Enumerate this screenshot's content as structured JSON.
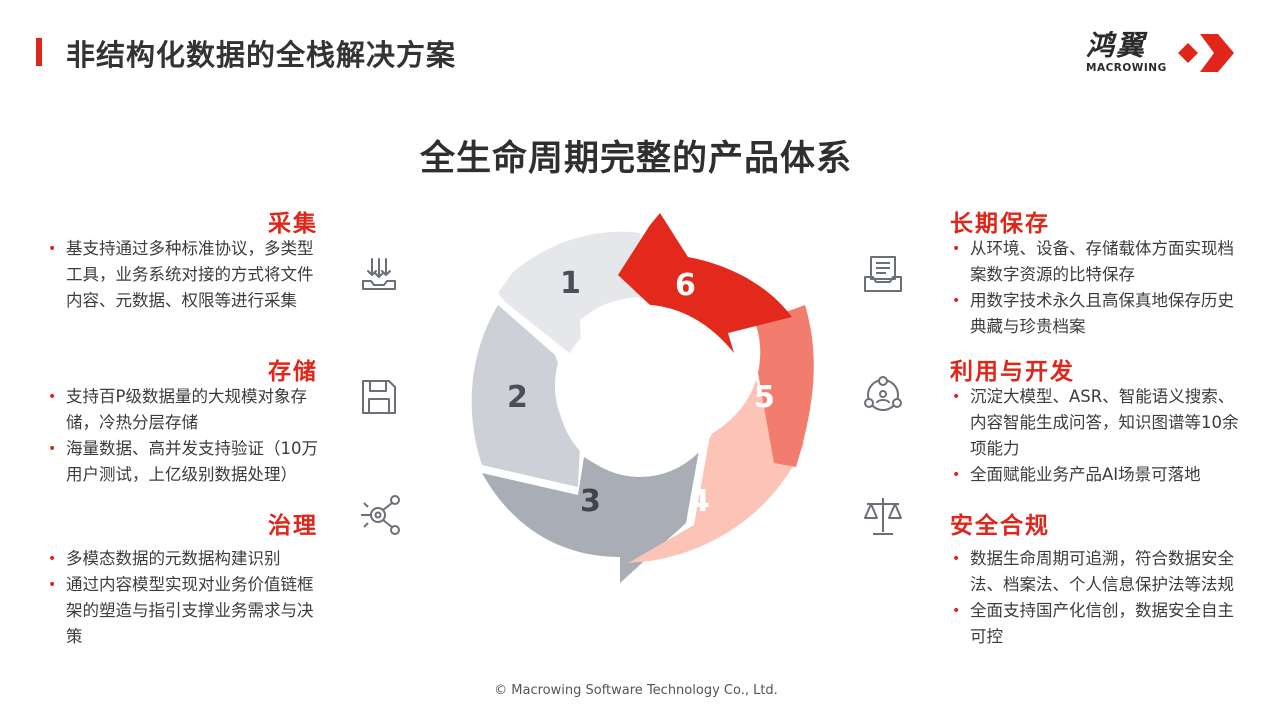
{
  "header": {
    "title": "非结构化数据的全栈解决方案"
  },
  "logo": {
    "cn": "鸿翼",
    "en": "MACROWING"
  },
  "main_title": "全生命周期完整的产品体系",
  "cycle": {
    "numbers": [
      "1",
      "2",
      "3",
      "4",
      "5",
      "6"
    ]
  },
  "sections": {
    "collect": {
      "title": "采集",
      "items": [
        "基支持通过多种标准协议，多类型工具，业务系统对接的方式将文件内容、元数据、权限等进行采集"
      ]
    },
    "storage": {
      "title": "存储",
      "items": [
        "支持百P级数据量的大规模对象存储，冷热分层存储",
        "海量数据、高并发支持验证（10万用户测试，上亿级别数据处理）"
      ]
    },
    "govern": {
      "title": "治理",
      "items": [
        "多模态数据的元数据构建识别",
        "通过内容模型实现对业务价值链框架的塑造与指引支撑业务需求与决策"
      ]
    },
    "preserve": {
      "title": "长期保存",
      "items": [
        "从环境、设备、存储载体方面实现档案数字资源的比特保存",
        "用数字技术永久且高保真地保存历史典藏与珍贵档案"
      ]
    },
    "utilize": {
      "title": "利用与开发",
      "items": [
        "沉淀大模型、ASR、智能语义搜索、内容智能生成问答，知识图谱等10余项能力",
        "全面赋能业务产品AI场景可落地"
      ]
    },
    "compliance": {
      "title": "安全合规",
      "items": [
        "数据生命周期可追溯，符合数据安全法、档案法、个人信息保护法等法规",
        "全面支持国产化信创，数据安全自主可控"
      ]
    }
  },
  "footer": "© Macrowing Software Technology Co., Ltd.",
  "colors": {
    "accent": "#e0261a",
    "seg1": "#e6e7ea",
    "seg2": "#cdd0d6",
    "seg3": "#a8adb6",
    "seg4": "#fbc4b6",
    "seg5": "#f27d6e",
    "seg6": "#e3291c"
  }
}
